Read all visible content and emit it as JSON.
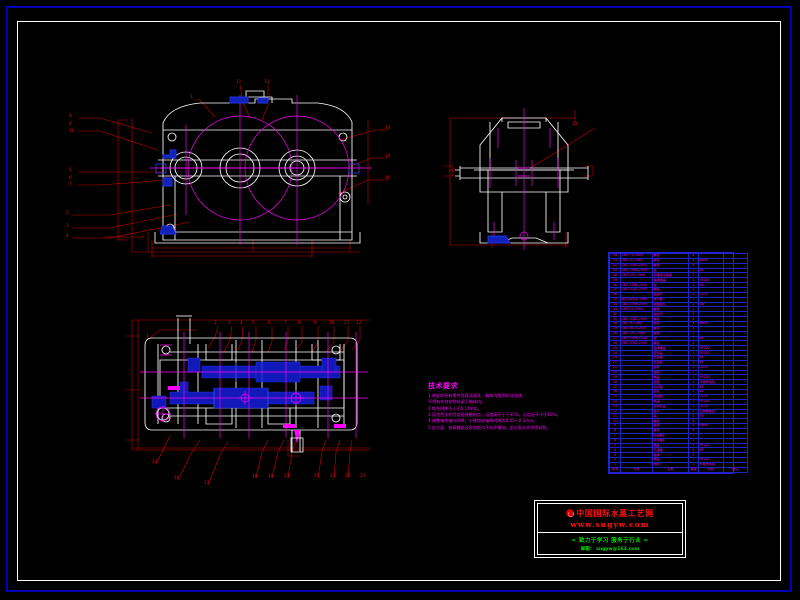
{
  "drawing": {
    "background_color": "#000000",
    "border_color": "#0000b4",
    "frame_color": "#ffffff",
    "outline_color": "#ffffff",
    "centerline_color": "#ff00ff",
    "dimension_color": "#ff0000",
    "section_fill_color": "#0000cc",
    "table_grid_color": "#2222cc"
  },
  "views": {
    "front": {
      "name": "front-view",
      "balloons": [
        "1",
        "2",
        "3",
        "4",
        "5",
        "6",
        "7",
        "8",
        "9",
        "10",
        "11",
        "12"
      ]
    },
    "side": {
      "name": "side-view",
      "balloons": [
        "13"
      ]
    },
    "top_section": {
      "name": "top-section-view",
      "balloons_top": [
        "1",
        "2",
        "3",
        "4",
        "5",
        "6",
        "7",
        "8",
        "9",
        "10",
        "11",
        "12",
        "13",
        "14",
        "15"
      ],
      "balloons_bottom": [
        "16",
        "17",
        "18",
        "19",
        "20",
        "21",
        "22",
        "23",
        "24",
        "25"
      ]
    }
  },
  "tech": {
    "title": "技术要求",
    "lines": [
      "1.装配前所有零件用煤油清洗，箱体内壁涂耐油油漆，",
      "  不得有任何杂物存留于箱体内。",
      "2.啮合侧隙不小于0.14mm。",
      "3.用涂色法检验齿面接触斑点，沿齿高不小于45%，沿齿长不小于60%。",
      "4.调整轴承轴向间隙，小锥齿轮轴承间隙为0.05～0.1mm。",
      "5.剖分面、各接触面及密封处均不允许漏油，剖分面允许涂密封胶。"
    ]
  },
  "parts_table": {
    "header": {
      "no": "序号",
      "code": "代号",
      "name": "名称",
      "qty": "数量",
      "material": "材料",
      "remark": "备注"
    },
    "rows": [
      {
        "no": "44",
        "code": "GB/T 70-2000",
        "name": "螺栓",
        "qty": "4",
        "material": "",
        "remark": ""
      },
      {
        "no": "43",
        "code": "GB/T 93-1987",
        "name": "垫圈",
        "qty": "4",
        "material": "65Mn",
        "remark": ""
      },
      {
        "no": "42",
        "code": "GB/T 5782-2000",
        "name": "螺栓",
        "qty": "6",
        "material": "",
        "remark": ""
      },
      {
        "no": "41",
        "code": "GB/T 1096-2003",
        "name": "键",
        "qty": "1",
        "material": "45",
        "remark": ""
      },
      {
        "no": "40",
        "code": "GB/T 297-1994",
        "name": "圆锥滚子轴承",
        "qty": "2",
        "material": "",
        "remark": ""
      },
      {
        "no": "39",
        "code": "",
        "name": "轴承端盖",
        "qty": "1",
        "material": "HT200",
        "remark": ""
      },
      {
        "no": "38",
        "code": "GB/T 1096-2003",
        "name": "键",
        "qty": "1",
        "material": "45",
        "remark": ""
      },
      {
        "no": "37",
        "code": "GB/T 5782-2000",
        "name": "螺栓",
        "qty": "2",
        "material": "",
        "remark": ""
      },
      {
        "no": "36",
        "code": "",
        "name": "挡油环",
        "qty": "2",
        "material": "Q235",
        "remark": ""
      },
      {
        "no": "35",
        "code": "JB/ZQ4450-1986",
        "name": "通气器",
        "qty": "1",
        "material": "",
        "remark": ""
      },
      {
        "no": "34",
        "code": "GB/T 1096-2003",
        "name": "调整垫片",
        "qty": "2",
        "material": "08F",
        "remark": ""
      },
      {
        "no": "33",
        "code": "GB/T 70-2000",
        "name": "螺塞",
        "qty": "1",
        "material": "",
        "remark": ""
      },
      {
        "no": "32",
        "code": "",
        "name": "油标尺",
        "qty": "1",
        "material": "",
        "remark": ""
      },
      {
        "no": "31",
        "code": "GB/T 5782-2000",
        "name": "螺栓",
        "qty": "4",
        "material": "",
        "remark": ""
      },
      {
        "no": "30",
        "code": "GB/T 93-1987",
        "name": "垫圈",
        "qty": "4",
        "material": "65Mn",
        "remark": ""
      },
      {
        "no": "29",
        "code": "GB/T 6170-2000",
        "name": "螺母",
        "qty": "4",
        "material": "",
        "remark": ""
      },
      {
        "no": "28",
        "code": "GB/T 297-1994",
        "name": "轴承",
        "qty": "2",
        "material": "",
        "remark": ""
      },
      {
        "no": "27",
        "code": "GB/T 1096-2003",
        "name": "键",
        "qty": "1",
        "material": "45",
        "remark": ""
      },
      {
        "no": "26",
        "code": "GB/T 5782-2000",
        "name": "螺栓",
        "qty": "2",
        "material": "",
        "remark": ""
      },
      {
        "no": "25",
        "code": "",
        "name": "轴承端盖",
        "qty": "1",
        "material": "HT200",
        "remark": ""
      },
      {
        "no": "24",
        "code": "",
        "name": "密封盖",
        "qty": "1",
        "material": "HT200",
        "remark": ""
      },
      {
        "no": "23",
        "code": "",
        "name": "低速轴",
        "qty": "1",
        "material": "45",
        "remark": ""
      },
      {
        "no": "22",
        "code": "",
        "name": "大齿轮",
        "qty": "1",
        "material": "45",
        "remark": ""
      },
      {
        "no": "21",
        "code": "",
        "name": "套筒",
        "qty": "1",
        "material": "Q235",
        "remark": ""
      },
      {
        "no": "20",
        "code": "",
        "name": "轴承",
        "qty": "2",
        "material": "",
        "remark": ""
      },
      {
        "no": "19",
        "code": "",
        "name": "端盖",
        "qty": "1",
        "material": "HT200",
        "remark": ""
      },
      {
        "no": "18",
        "code": "",
        "name": "毡圈",
        "qty": "1",
        "material": "半粗羊毛毡",
        "remark": ""
      },
      {
        "no": "17",
        "code": "",
        "name": "中间轴",
        "qty": "1",
        "material": "45",
        "remark": ""
      },
      {
        "no": "16",
        "code": "",
        "name": "齿轮",
        "qty": "1",
        "material": "45",
        "remark": ""
      },
      {
        "no": "15",
        "code": "",
        "name": "挡油盘",
        "qty": "2",
        "material": "Q235",
        "remark": ""
      },
      {
        "no": "14",
        "code": "",
        "name": "箱盖",
        "qty": "1",
        "material": "HT200",
        "remark": ""
      },
      {
        "no": "13",
        "code": "",
        "name": "窥视孔盖",
        "qty": "1",
        "material": "Q235",
        "remark": ""
      },
      {
        "no": "12",
        "code": "",
        "name": "垫片",
        "qty": "1",
        "material": "石棉橡胶纸",
        "remark": ""
      },
      {
        "no": "11",
        "code": "",
        "name": "销",
        "qty": "2",
        "material": "35",
        "remark": ""
      },
      {
        "no": "10",
        "code": "",
        "name": "螺栓",
        "qty": "6",
        "material": "",
        "remark": ""
      },
      {
        "no": "9",
        "code": "",
        "name": "垫圈",
        "qty": "6",
        "material": "65Mn",
        "remark": ""
      },
      {
        "no": "8",
        "code": "",
        "name": "螺母",
        "qty": "6",
        "material": "",
        "remark": ""
      },
      {
        "no": "7",
        "code": "",
        "name": "起盖螺钉",
        "qty": "1",
        "material": "",
        "remark": ""
      },
      {
        "no": "6",
        "code": "",
        "name": "吊环螺钉",
        "qty": "2",
        "material": "",
        "remark": ""
      },
      {
        "no": "5",
        "code": "",
        "name": "箱座",
        "qty": "1",
        "material": "HT200",
        "remark": ""
      },
      {
        "no": "4",
        "code": "",
        "name": "高速轴",
        "qty": "1",
        "material": "45",
        "remark": ""
      },
      {
        "no": "3",
        "code": "",
        "name": "轴承",
        "qty": "2",
        "material": "",
        "remark": ""
      },
      {
        "no": "2",
        "code": "",
        "name": "端盖",
        "qty": "1",
        "material": "HT200",
        "remark": ""
      },
      {
        "no": "1",
        "code": "",
        "name": "毡圈",
        "qty": "1",
        "material": "半粗羊毛毡",
        "remark": ""
      }
    ]
  },
  "title_block": {
    "site_name": "中国国际水蒸工艺网",
    "url": "www.sngyw.com",
    "green_line_1": "= 致力于学习  服务于行业 =",
    "green_line_2": "邮箱： sngyw@163.com"
  }
}
